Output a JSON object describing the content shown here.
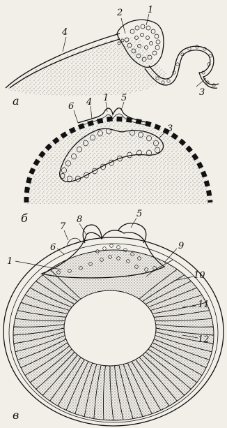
{
  "panels": [
    {
      "id": "a",
      "label": "а"
    },
    {
      "id": "b",
      "label": "б"
    },
    {
      "id": "v",
      "label": "в"
    }
  ],
  "labels_a": [
    "4",
    "2",
    "1",
    "3"
  ],
  "labels_b": [
    "6",
    "4",
    "1",
    "5",
    "3"
  ],
  "labels_v": [
    "8",
    "5",
    "7",
    "6",
    "9",
    "1",
    "10",
    "11",
    "12"
  ],
  "colors": {
    "ink": "#111111",
    "paper": "#f2efe9",
    "stipple": "#6b6b6b"
  }
}
